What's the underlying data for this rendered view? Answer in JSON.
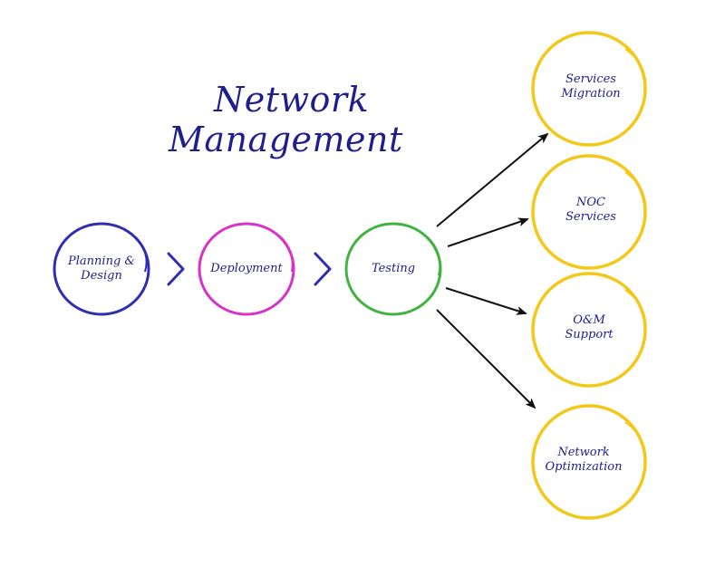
{
  "title": {
    "line1": "Network",
    "line2": "Management"
  },
  "colors": {
    "title": "#1e1e8c",
    "label": "#1e1e8c",
    "planning": "#2e2eb0",
    "deployment": "#d633c8",
    "testing": "#3fb23f",
    "outcome": "#f2c81a",
    "chevron": "#2e2eb0",
    "arrow": "#111111"
  },
  "stages": [
    {
      "id": "planning",
      "lines": [
        "Planning &",
        "Design"
      ]
    },
    {
      "id": "deployment",
      "lines": [
        "Deployment"
      ]
    },
    {
      "id": "testing",
      "lines": [
        "Testing"
      ]
    }
  ],
  "outcomes": [
    {
      "id": "services-migration",
      "lines": [
        "Services",
        "Migration"
      ]
    },
    {
      "id": "noc-services",
      "lines": [
        "NOC",
        "Services"
      ]
    },
    {
      "id": "om-support",
      "lines": [
        "O&M",
        "Support"
      ]
    },
    {
      "id": "network-optimization",
      "lines": [
        "Network",
        "Optimization"
      ]
    }
  ]
}
